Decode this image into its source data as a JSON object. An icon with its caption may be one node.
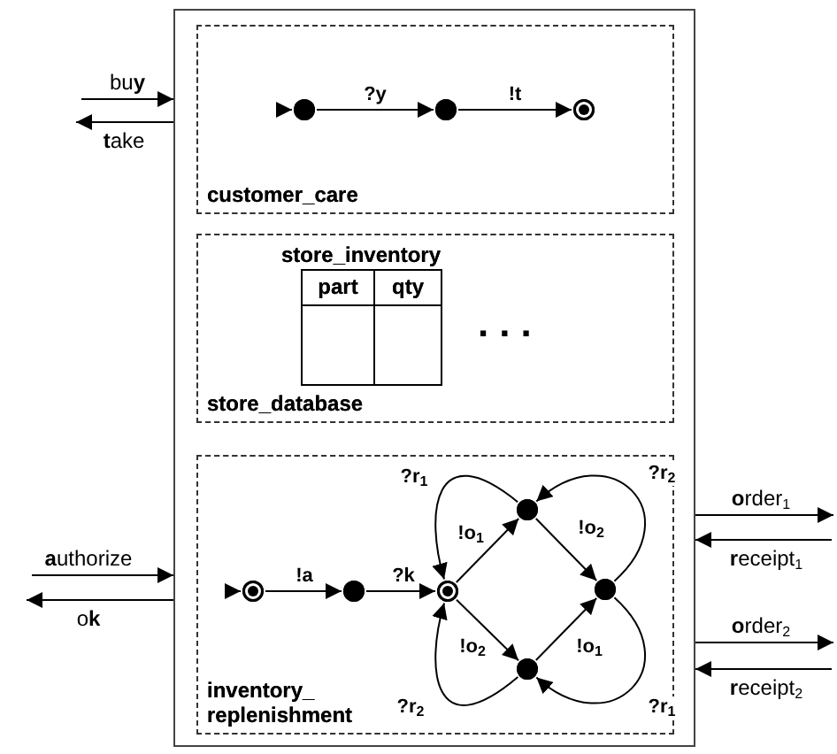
{
  "diagram": {
    "nodes": [
      {
        "text": [],
        "shape": "box"
      },
      {
        "text": [
          "customer_care"
        ],
        "in": 0
      },
      {
        "text": [],
        "shape": "circle",
        "in": 1
      },
      {
        "text": [],
        "shape": "circle",
        "in": 1
      },
      {
        "text": [],
        "shape": "bullseye",
        "in": 1
      },
      {
        "text": [
          "store_database"
        ],
        "in": 0
      },
      {
        "text": [
          "store_inventory"
        ],
        "in": 5
      },
      {
        "text": [
          "inventory_ replenishment"
        ],
        "in": 0
      },
      {
        "text": [],
        "shape": "bullseye",
        "in": 7
      },
      {
        "text": [],
        "shape": "circle",
        "in": 7
      },
      {
        "text": [],
        "shape": "bullseye",
        "in": 7
      },
      {
        "text": [],
        "shape": "circle",
        "in": 7
      },
      {
        "text": [],
        "shape": "circle",
        "in": 7
      },
      {
        "text": [],
        "shape": "circle",
        "in": 7
      }
    ],
    "edges": [
      {
        "from": null,
        "to": 0,
        "arrow": "to",
        "label": "bu**y**"
      },
      {
        "from": 0,
        "to": null,
        "arrow": "to",
        "label": "**t**ake"
      },
      {
        "from": null,
        "to": 0,
        "arrow": "to",
        "label": "**a**uthorize"
      },
      {
        "from": 0,
        "to": null,
        "arrow": "to",
        "label": "o**k**"
      },
      {
        "from": 0,
        "to": null,
        "arrow": "to",
        "label": "**o**rder$_{1}$"
      },
      {
        "from": null,
        "to": 0,
        "arrow": "to",
        "label": "**r**eceipt$_{1}$"
      },
      {
        "from": 0,
        "to": null,
        "arrow": "to",
        "label": "**o**rder$_{2}$"
      },
      {
        "from": null,
        "to": 0,
        "arrow": "to",
        "label": "**r**eceipt$_{2}$"
      },
      {
        "from": null,
        "to": 2,
        "arrow": "to"
      },
      {
        "from": 2,
        "to": 3,
        "arrow": "to",
        "label": "?y"
      },
      {
        "from": 3,
        "to": 4,
        "arrow": "to",
        "label": "!t"
      },
      {
        "from": null,
        "to": 8,
        "arrow": "to"
      },
      {
        "from": 8,
        "to": 9,
        "arrow": "to",
        "label": "!a"
      },
      {
        "from": 9,
        "to": 10,
        "arrow": "to",
        "label": "?k"
      },
      {
        "from": 10,
        "to": 11,
        "arrow": "to",
        "label": "!o$_{1}$"
      },
      {
        "from": 11,
        "to": 12,
        "arrow": "to",
        "label": "!o$_{2}$"
      },
      {
        "from": 10,
        "to": 13,
        "arrow": "to",
        "label": "!o$_{2}$"
      },
      {
        "from": 13,
        "to": 12,
        "arrow": "to",
        "label": "!o$_{1}$"
      },
      {
        "from": 11,
        "to": 10,
        "arrow": "to",
        "label": "?r$_{1}$"
      },
      {
        "from": 12,
        "to": 11,
        "arrow": "to",
        "label": "?r$_{2}$"
      },
      {
        "from": 13,
        "to": 10,
        "arrow": "to",
        "label": "?r$_{2}$"
      },
      {
        "from": 12,
        "to": 13,
        "arrow": "to",
        "label": "?r$_{1}$"
      }
    ],
    "labels": [
      "part",
      "qty",
      "..."
    ]
  }
}
